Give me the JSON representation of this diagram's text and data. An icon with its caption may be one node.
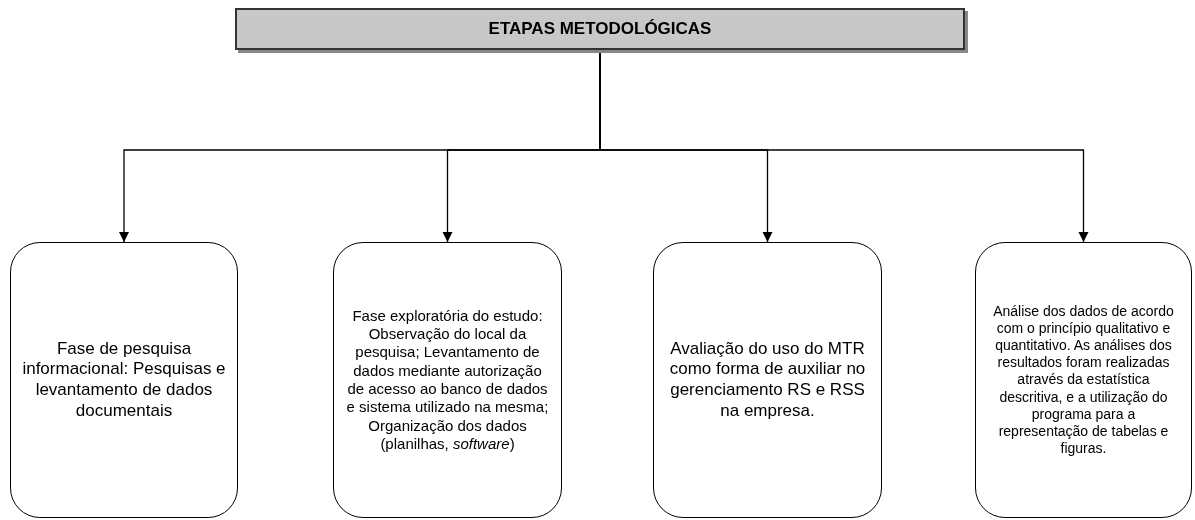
{
  "diagram": {
    "nodes": [
      {
        "text": [
          "ETAPAS METODOLÓGICAS"
        ]
      },
      {
        "text": [
          "Fase de pesquisa informacional: Pesquisas e levantamento de dados documentais"
        ]
      },
      {
        "text": [
          "Fase exploratória do estudo: Observação do local da pesquisa; Levantamento de dados mediante autorização de acesso ao banco de dados e sistema utilizado na mesma; Organização dos dados (planilhas, *software*)"
        ]
      },
      {
        "text": [
          "Avaliação do uso do MTR como forma de auxiliar no gerenciamento RS e RSS na empresa."
        ]
      },
      {
        "text": [
          "Análise dos dados de acordo com o princípio qualitativo e quantitativo. As análises dos resultados foram realizadas através da estatística descritiva, e a utilização do programa para a representação de tabelas e figuras."
        ]
      }
    ],
    "edges": [
      {
        "from": 0,
        "to": 1,
        "arrow": "to"
      },
      {
        "from": 0,
        "to": 2,
        "arrow": "to"
      },
      {
        "from": 0,
        "to": 3,
        "arrow": "to"
      },
      {
        "from": 0,
        "to": 4,
        "arrow": "to"
      }
    ]
  }
}
